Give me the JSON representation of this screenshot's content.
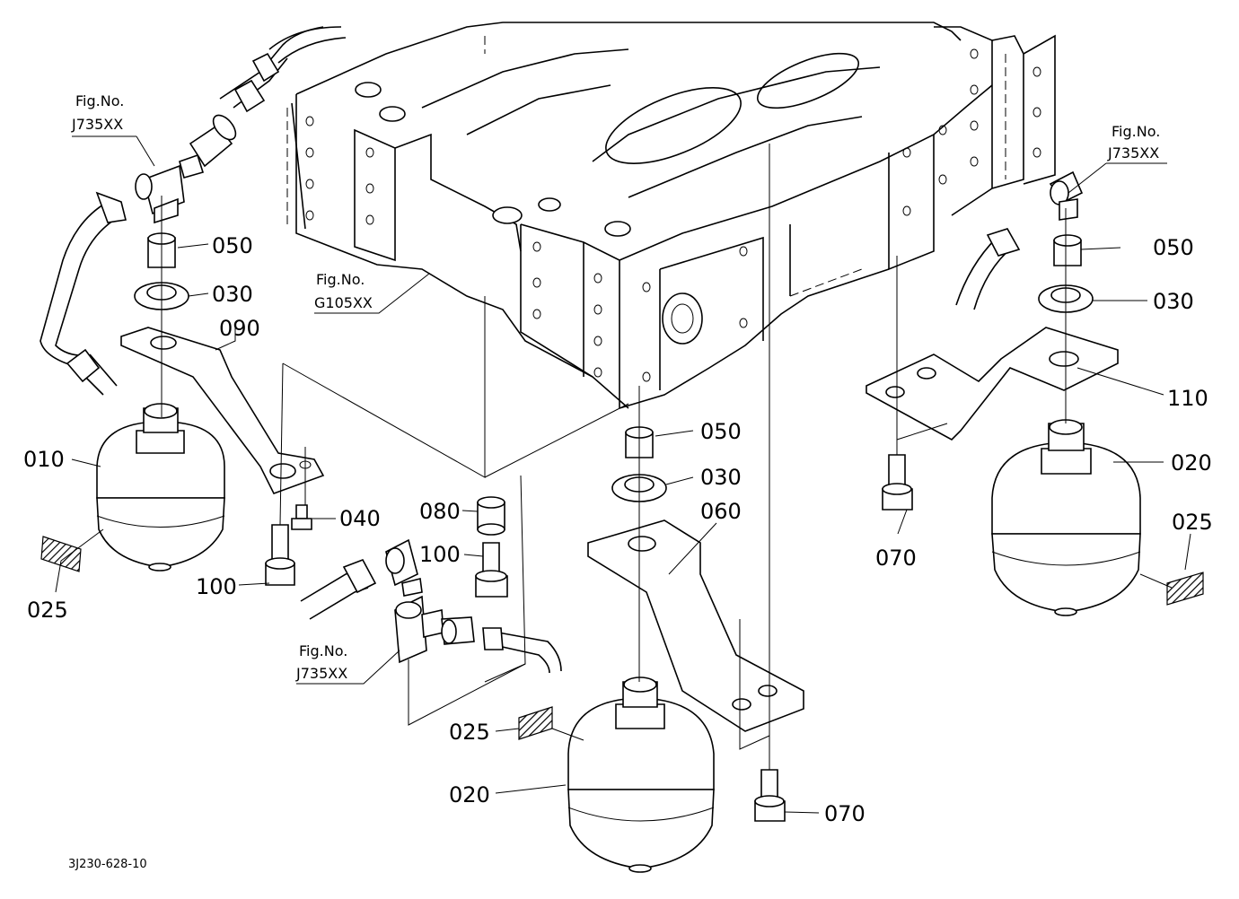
{
  "figure_code": "3J230-628-10",
  "figure_refs": {
    "left_top": [
      "Fig.No.",
      "J735XX"
    ],
    "right_top": [
      "Fig.No.",
      "J735XX"
    ],
    "center": [
      "Fig.No.",
      "G105XX"
    ],
    "bottom": [
      "Fig.No.",
      "J735XX"
    ]
  },
  "part_labels": {
    "p050_left": "050",
    "p030_left": "030",
    "p090": "090",
    "p010": "010",
    "p025_left": "025",
    "p040": "040",
    "p100_left": "100",
    "p080": "080",
    "p100_center": "100",
    "p050_center": "050",
    "p030_center": "030",
    "p060": "060",
    "p025_center": "025",
    "p020_center": "020",
    "p070_bottom": "070",
    "p050_right": "050",
    "p030_right": "030",
    "p110": "110",
    "p020_right": "020",
    "p070_right": "070",
    "p025_right": "025"
  },
  "colors": {
    "line": "#000000",
    "background": "#ffffff"
  }
}
